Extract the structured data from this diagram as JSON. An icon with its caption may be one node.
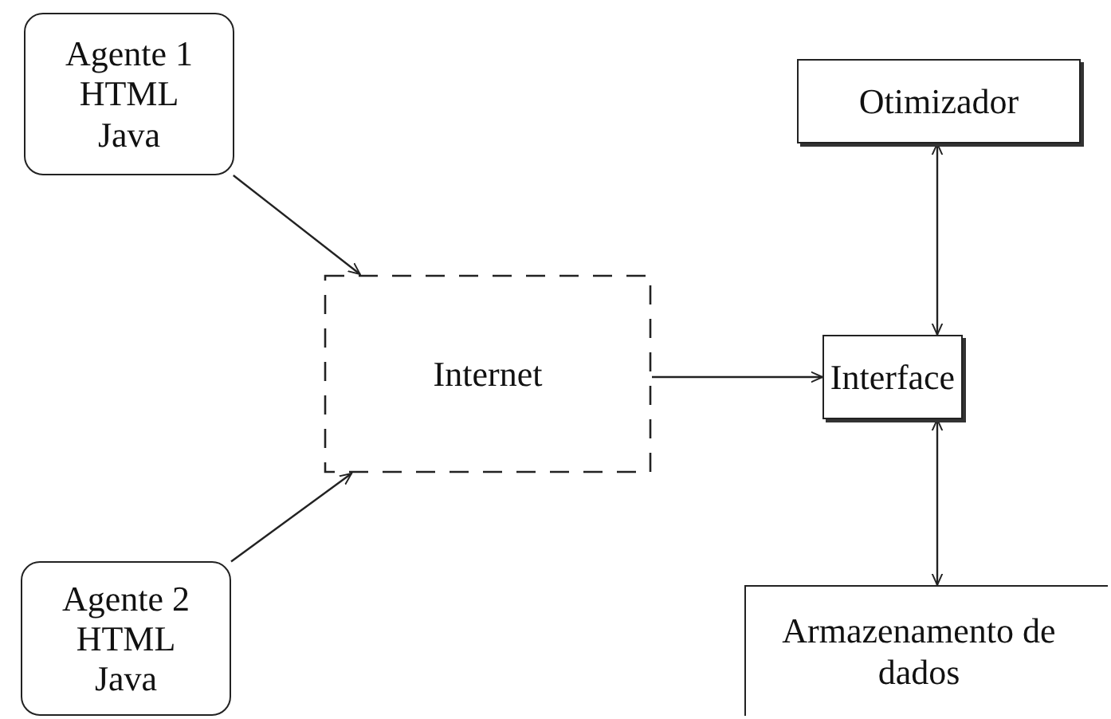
{
  "diagram": {
    "nodes": [
      {
        "text": [
          "Agente 1 HTML Java"
        ]
      },
      {
        "text": [
          "Otimizador"
        ]
      },
      {
        "text": [
          "Internet"
        ]
      },
      {
        "text": [
          "Interface"
        ]
      },
      {
        "text": [
          "Agente 2 HTML Java"
        ]
      },
      {
        "text": [
          "Armazenamento de dados"
        ]
      }
    ],
    "edges": [
      {
        "from": 0,
        "to": 2,
        "arrow": "to"
      },
      {
        "from": 4,
        "to": 2,
        "arrow": "to"
      },
      {
        "from": 2,
        "to": 3,
        "arrow": "to"
      },
      {
        "from": 1,
        "to": 3,
        "arrow": "both"
      },
      {
        "from": 3,
        "to": 5,
        "arrow": "both"
      }
    ]
  }
}
